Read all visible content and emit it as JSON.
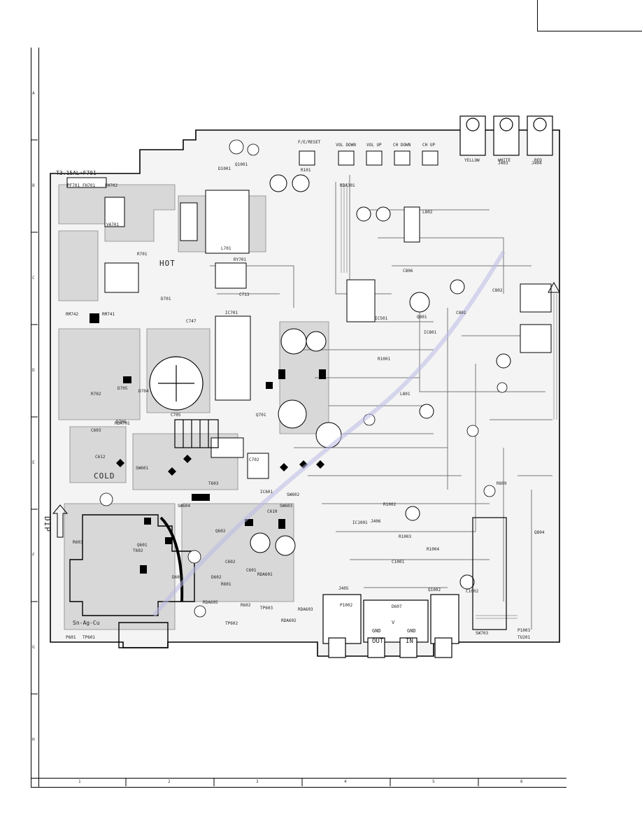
{
  "board": {
    "fuse_label": "T3.15AL+F701",
    "hot_label": "HOT",
    "cold_label": "COLD",
    "dip_label": "DIP",
    "out_label": "OUT",
    "in_label": "IN",
    "gnd_label_1": "GND",
    "gnd_label_2": "GND",
    "v_label": "V",
    "jack_yellow": "YELLOW",
    "jack_white": "WHITE",
    "jack_red": "RED",
    "sn_label": "Sn-Ag-Cu",
    "key_labels": [
      "F/E/RESET",
      "VOL DOWN",
      "VOL UP",
      "CH DOWN",
      "CH UP"
    ],
    "components": [
      "D1001",
      "Q1001",
      "R101",
      "RDA301",
      "J403",
      "J404",
      "VA701",
      "PF701",
      "R701",
      "RY701",
      "L701",
      "FH701",
      "FH702",
      "RM742",
      "RM741",
      "D701",
      "C705",
      "C713",
      "C747",
      "R702",
      "D704",
      "D705",
      "D706",
      "RDA701",
      "IC701",
      "Q701",
      "C702",
      "Q801",
      "IC501",
      "IC801",
      "C801",
      "C802",
      "C806",
      "L801",
      "L802",
      "R809",
      "Q804",
      "SW703",
      "TU201",
      "P1002",
      "J405",
      "J406",
      "IC1001",
      "C1001",
      "C1002",
      "Q1002",
      "R1001",
      "R1002",
      "R1003",
      "R1004",
      "D602",
      "D603",
      "C601",
      "C602",
      "C603",
      "R601",
      "R602",
      "R603",
      "T602",
      "T603",
      "IC601",
      "Q601",
      "Q602",
      "C610",
      "C612",
      "SW601",
      "SW602",
      "SW603",
      "SW604",
      "P601",
      "TP601",
      "TP602",
      "TP603",
      "RDA601",
      "RDA602",
      "RDA603",
      "RDA605",
      "D607",
      "P1003"
    ],
    "margin_letters": [
      "A",
      "B",
      "C",
      "D",
      "E",
      "F",
      "G",
      "H"
    ],
    "bottom_strip_cells": [
      "1",
      "2",
      "3",
      "4",
      "5",
      "6"
    ]
  }
}
